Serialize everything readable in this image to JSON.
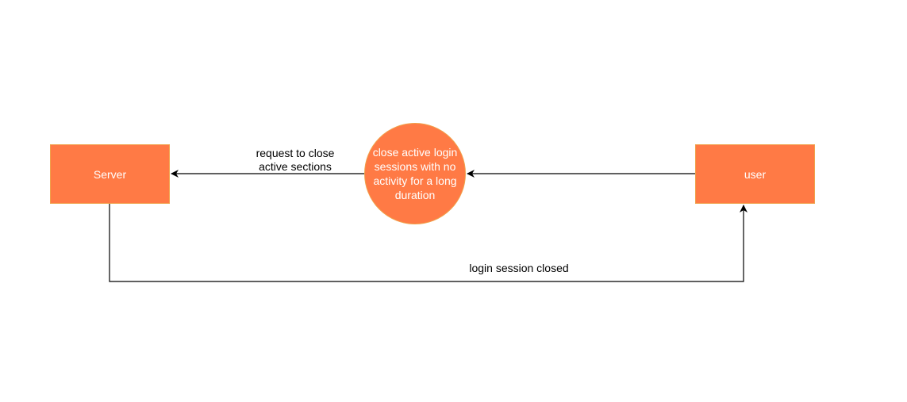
{
  "diagram": {
    "nodes": {
      "server": {
        "label": "Server",
        "shape": "rectangle"
      },
      "process": {
        "label": "close active login sessions with no activity for a long duration",
        "shape": "circle"
      },
      "user": {
        "label": "user",
        "shape": "rectangle"
      }
    },
    "edges": [
      {
        "from": "process",
        "to": "server",
        "label": "request to close\nactive sections"
      },
      {
        "from": "user",
        "to": "process",
        "label": ""
      },
      {
        "from": "server",
        "to": "user",
        "label": "login session closed"
      }
    ],
    "colors": {
      "node_fill": "#ff7a45",
      "node_border": "#f0a24a",
      "node_text": "#ffffff",
      "edge": "#000000"
    }
  }
}
